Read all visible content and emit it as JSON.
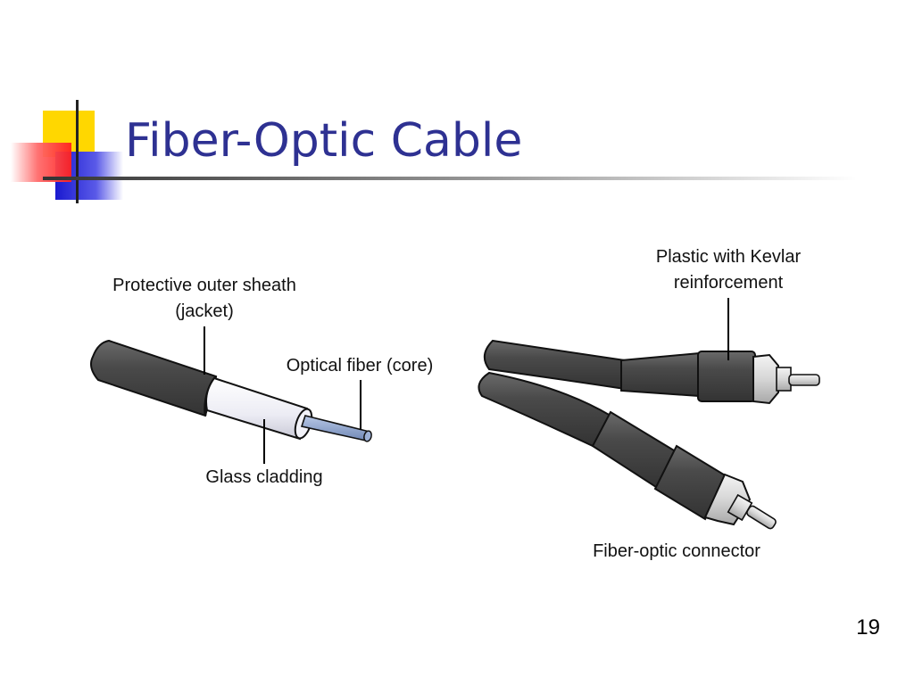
{
  "slide": {
    "title": "Fiber-Optic Cable",
    "page_number": "19"
  },
  "labels": {
    "sheath_line1": "Protective outer sheath",
    "sheath_line2": "(jacket)",
    "core": "Optical fiber (core)",
    "cladding": "Glass cladding",
    "kevlar_line1": "Plastic with Kevlar",
    "kevlar_line2": "reinforcement",
    "connector": "Fiber-optic connector"
  },
  "colors": {
    "title": "#2e3192",
    "accent_yellow": "#ffd700",
    "accent_red": "#ff3b3b",
    "accent_blue": "#2b2fd6",
    "jacket": "#4a4a4a",
    "cladding": "#eeeef5",
    "core": "#8fa3c9"
  }
}
